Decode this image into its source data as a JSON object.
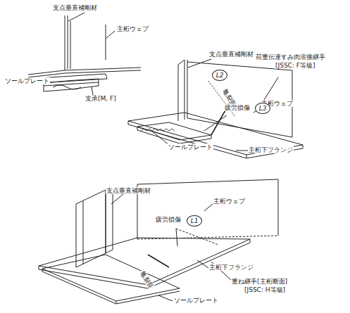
{
  "diagram": {
    "nodes": [
      {
        "text": [
          "L2"
        ]
      },
      {
        "text": [
          "L3"
        ]
      },
      {
        "text": [
          "L1"
        ]
      }
    ],
    "labels": [
      "支点垂直補剛材",
      "主桁ウェブ",
      "支点垂直補剛材",
      "荷重伝達すみ肉溶接継手",
      "[JSSC: F等級]",
      "ソールプレート",
      "亀裂長",
      "支承[M, F]",
      "主桁ウェブ",
      "疲労損傷",
      "ソールプレート",
      "主桁下フランジ",
      "支点垂直補剛材",
      "主桁ウェブ",
      "疲労損傷",
      "主桁下フランジ",
      "亀裂長",
      "重ね継手[主桁断面]",
      "[JSSC: H等級]",
      "ソールプレート"
    ]
  }
}
